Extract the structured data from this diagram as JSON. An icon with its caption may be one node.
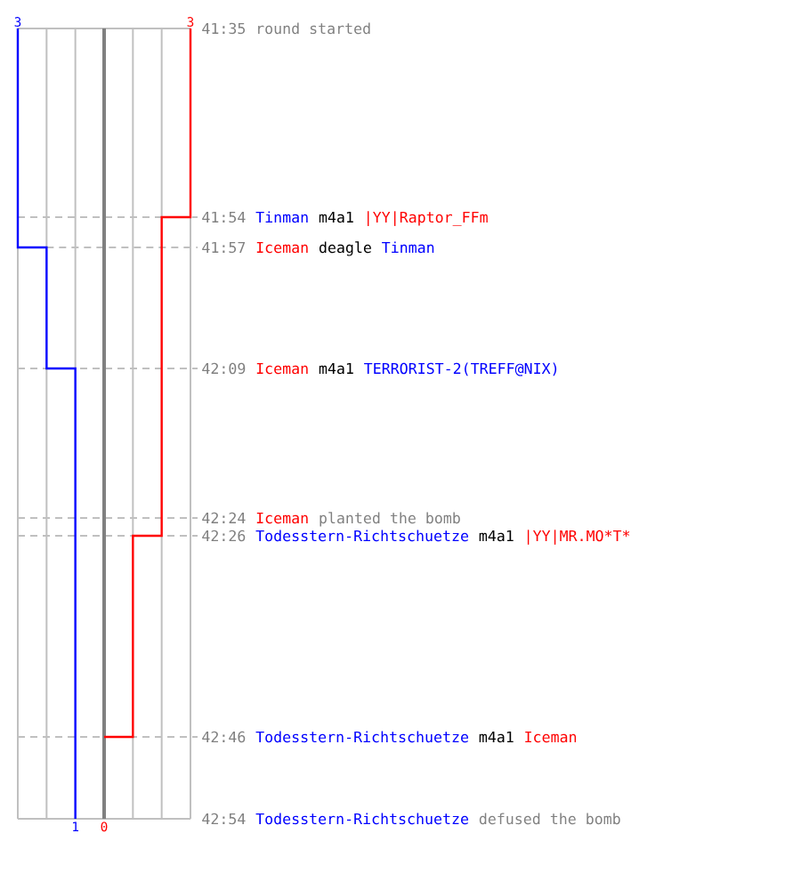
{
  "diagram": {
    "labels": [
      "3",
      "3",
      "41:35",
      "round started",
      "41:54",
      "Tinman",
      "m4a1",
      "|YY|Raptor_FFm",
      "41:57",
      "Iceman",
      "deagle",
      "Tinman",
      "42:09",
      "Iceman",
      "m4a1",
      "TERRORIST-2(TREFF@NIX)",
      "42:24",
      "Iceman",
      "planted the bomb",
      "42:26",
      "Todesstern-Richtschuetze",
      "m4a1",
      "|YY|MR.MO*T*",
      "42:46",
      "Todesstern-Richtschuetze",
      "m4a1",
      "Iceman",
      "42:54",
      "Todesstern-Richtschuetze",
      "defused the bomb",
      "1",
      "0"
    ]
  }
}
